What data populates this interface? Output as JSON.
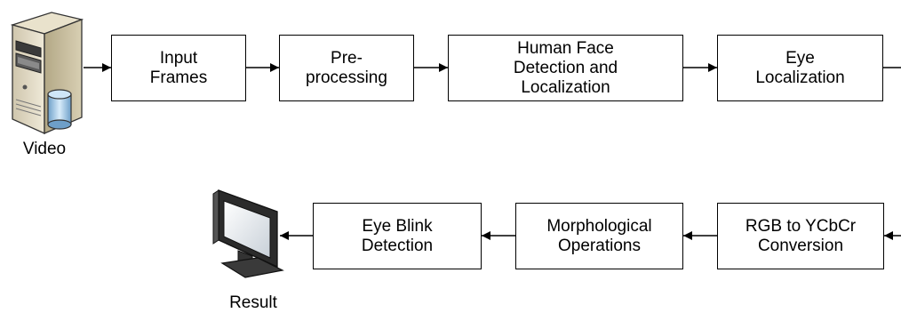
{
  "nodes": {
    "video": {
      "label": "Video",
      "icon": "server-database-icon"
    },
    "input_frames": {
      "label": "Input\nFrames"
    },
    "preprocessing": {
      "label": "Pre-\nprocessing"
    },
    "face_detection": {
      "label": "Human Face\nDetection and\nLocalization"
    },
    "eye_localization": {
      "label": "Eye\nLocalization"
    },
    "rgb_ycbcr": {
      "label": "RGB to YCbCr\nConversion"
    },
    "morphological": {
      "label": "Morphological\nOperations"
    },
    "eye_blink": {
      "label": "Eye Blink\nDetection"
    },
    "result": {
      "label": "Result",
      "icon": "monitor-icon"
    }
  },
  "edges": [
    {
      "from": "video",
      "to": "input_frames"
    },
    {
      "from": "input_frames",
      "to": "preprocessing"
    },
    {
      "from": "preprocessing",
      "to": "face_detection"
    },
    {
      "from": "face_detection",
      "to": "eye_localization"
    },
    {
      "from": "eye_localization",
      "to": "rgb_ycbcr"
    },
    {
      "from": "rgb_ycbcr",
      "to": "morphological"
    },
    {
      "from": "morphological",
      "to": "eye_blink"
    },
    {
      "from": "eye_blink",
      "to": "result"
    }
  ]
}
